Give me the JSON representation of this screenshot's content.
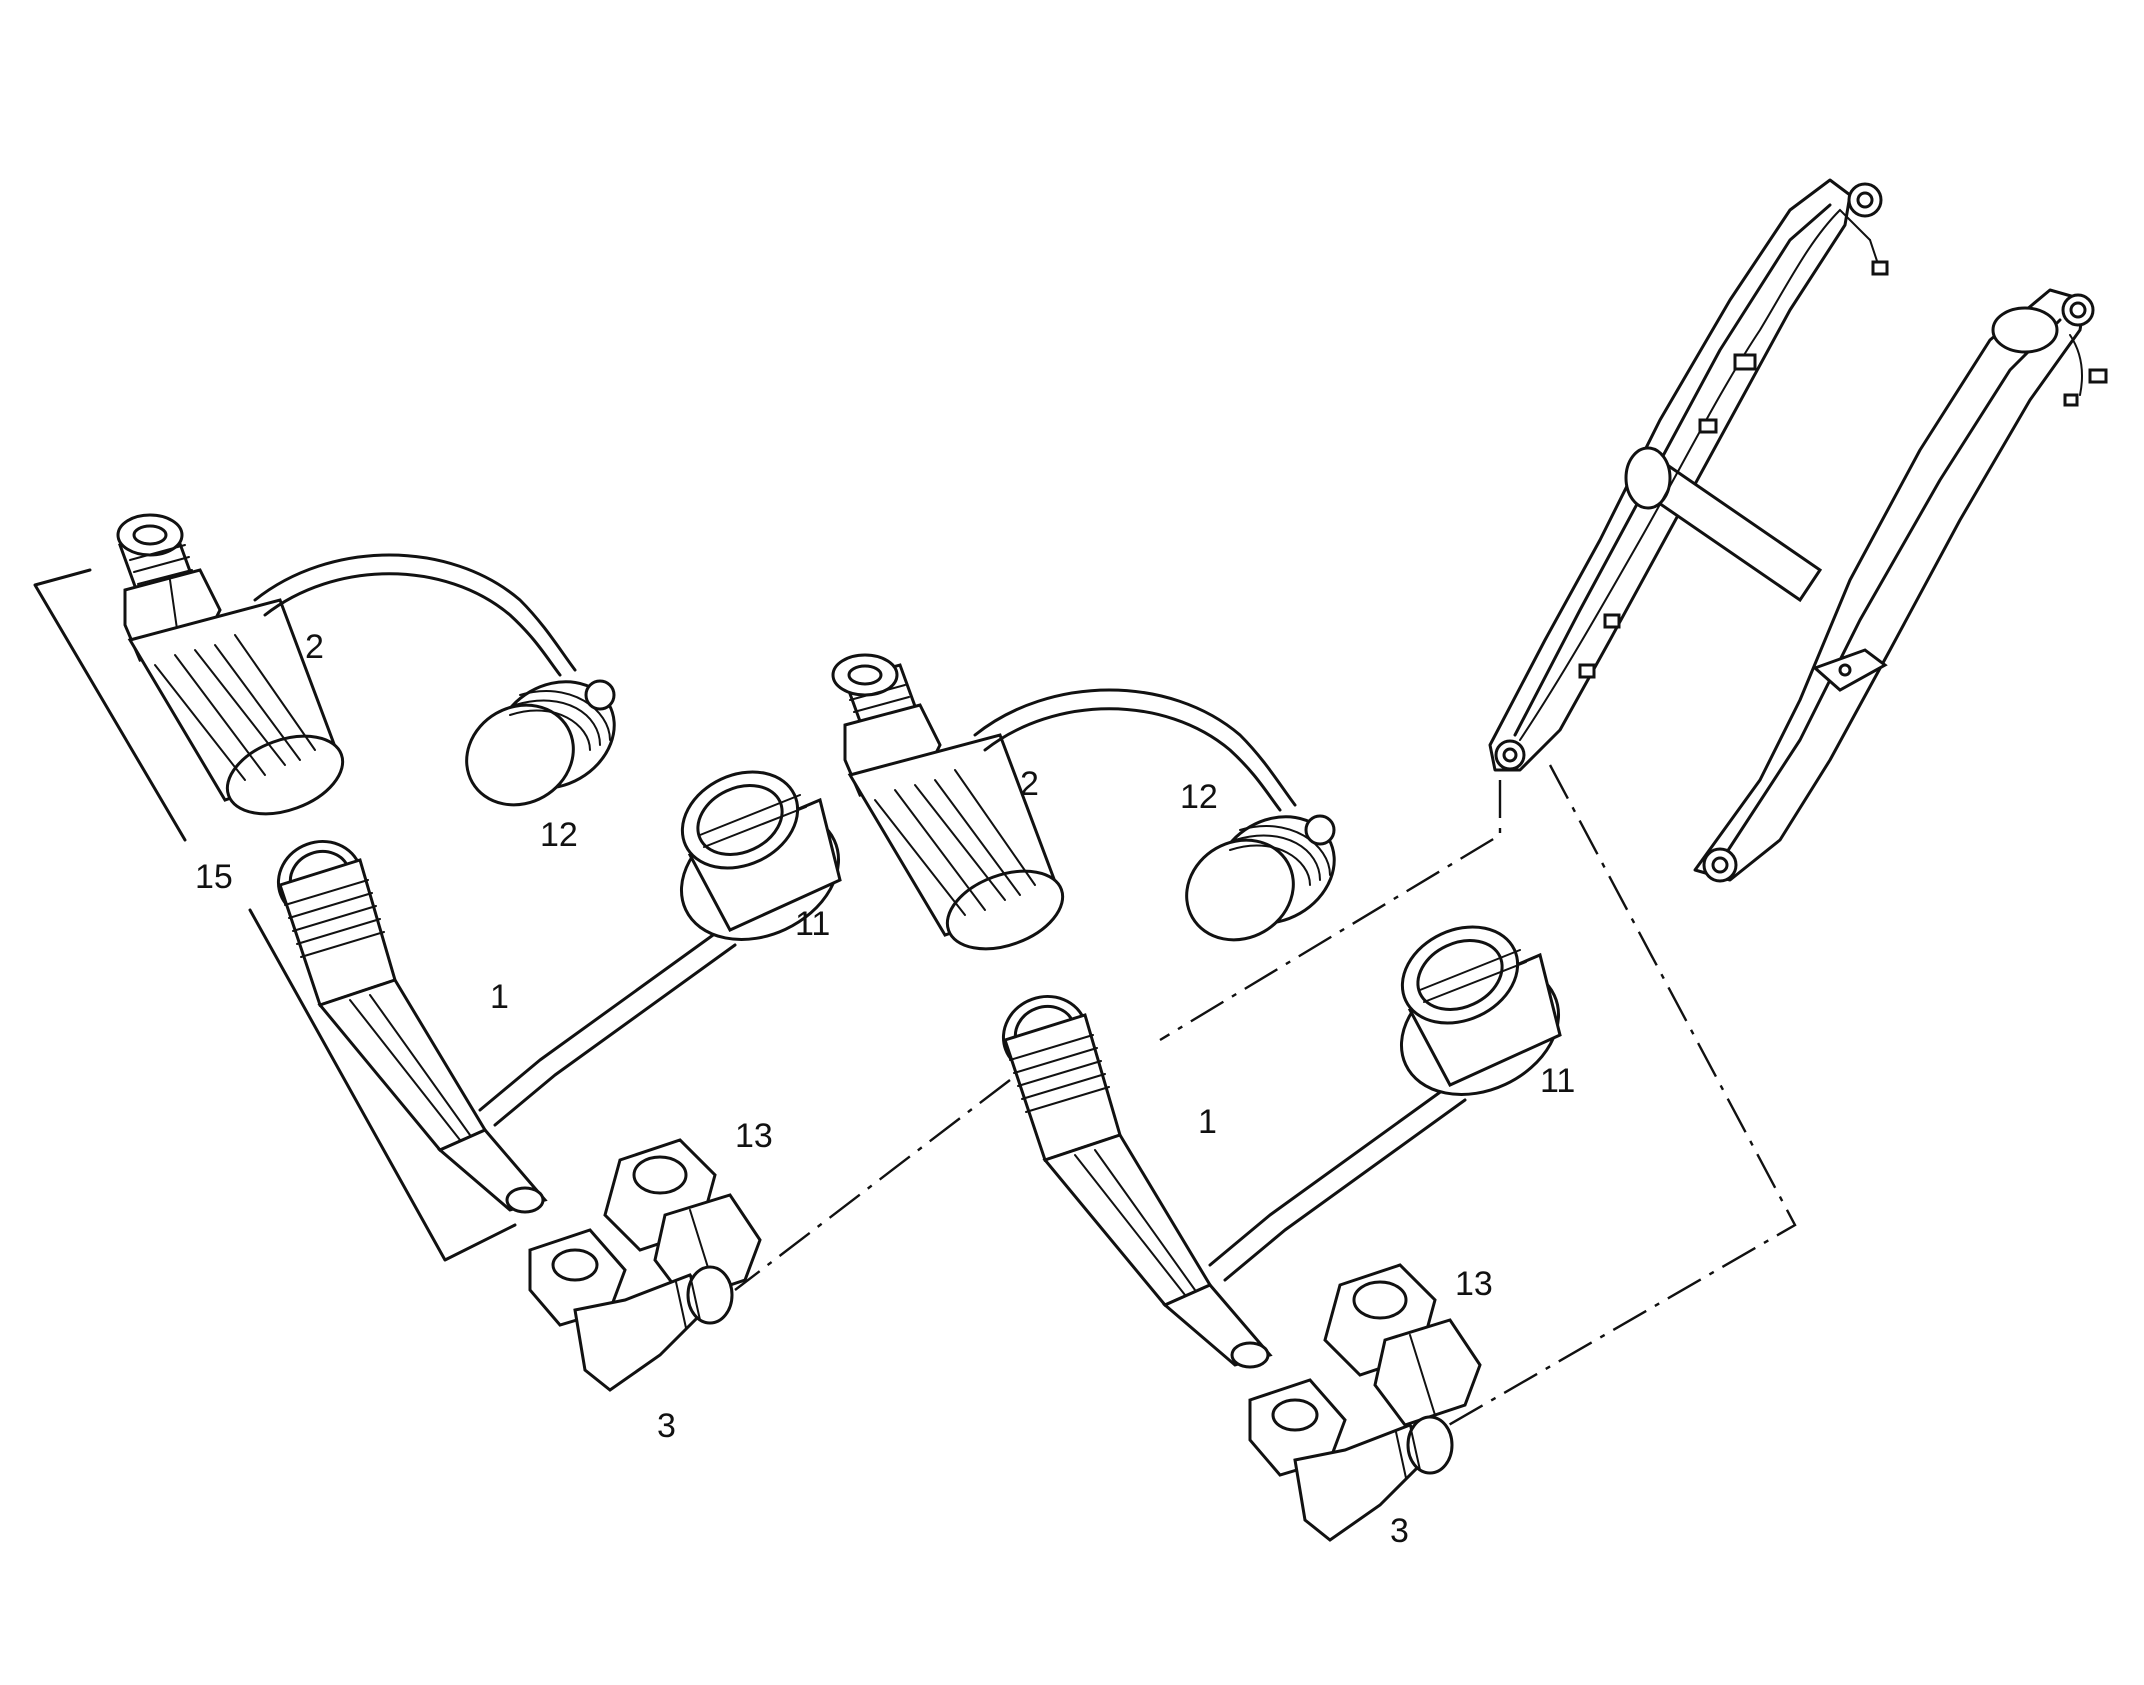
{
  "diagram": {
    "callouts": {
      "left_coupler_2": "2",
      "left_cap_12": "12",
      "left_kit_15": "15",
      "left_nipple_1": "1",
      "left_cap_11": "11",
      "left_nut_13": "13",
      "left_elbow_3": "3",
      "right_coupler_2": "2",
      "right_cap_12": "12",
      "right_nipple_1": "1",
      "right_cap_11": "11",
      "right_nut_13": "13",
      "right_elbow_3": "3"
    }
  }
}
